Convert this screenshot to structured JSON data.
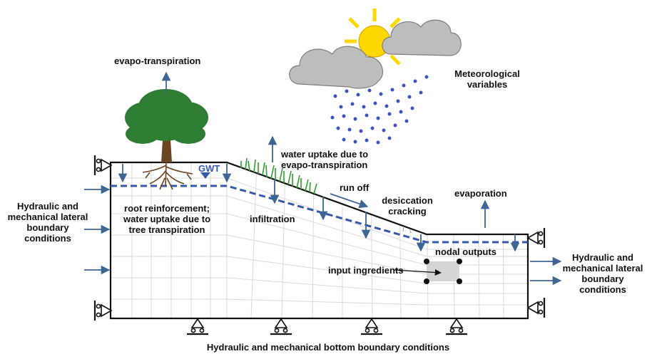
{
  "labels": {
    "evapo_transpiration": "evapo-transpiration",
    "meteorological": [
      "Meteorological",
      "variables"
    ],
    "water_uptake_evapo": [
      "water uptake due to",
      "evapo-transpiration"
    ],
    "gwt": "GWT",
    "run_off": "run off",
    "desiccation": [
      "desiccation",
      "cracking"
    ],
    "evaporation": "evaporation",
    "root_reinforcement": [
      "root reinforcement;",
      "water uptake due to",
      "tree transpiration"
    ],
    "infiltration": "infiltration",
    "left_boundary": [
      "Hydraulic and",
      "mechanical lateral",
      "boundary",
      "conditions"
    ],
    "right_boundary": [
      "Hydraulic and",
      "mechanical lateral",
      "boundary",
      "conditions"
    ],
    "nodal_outputs": "nodal outputs",
    "input_ingredients": "input ingredients",
    "bottom_boundary": "Hydraulic and mechanical bottom boundary conditions"
  },
  "colors": {
    "arrow": "#3d6694",
    "water_table": "#3559a8",
    "mesh": "#d9d9d9",
    "outline": "#111111",
    "tree": "#2e7d32",
    "trunk": "#6b4423",
    "sun": "#ffd800",
    "cloud": "#bdbdbd",
    "rain": "#3b56b8",
    "grass": "#2f9e2f"
  },
  "icons": [
    "sun-icon",
    "cloud-icon",
    "rain-icon",
    "tree-icon",
    "grass-icon",
    "roller-support-icon"
  ]
}
